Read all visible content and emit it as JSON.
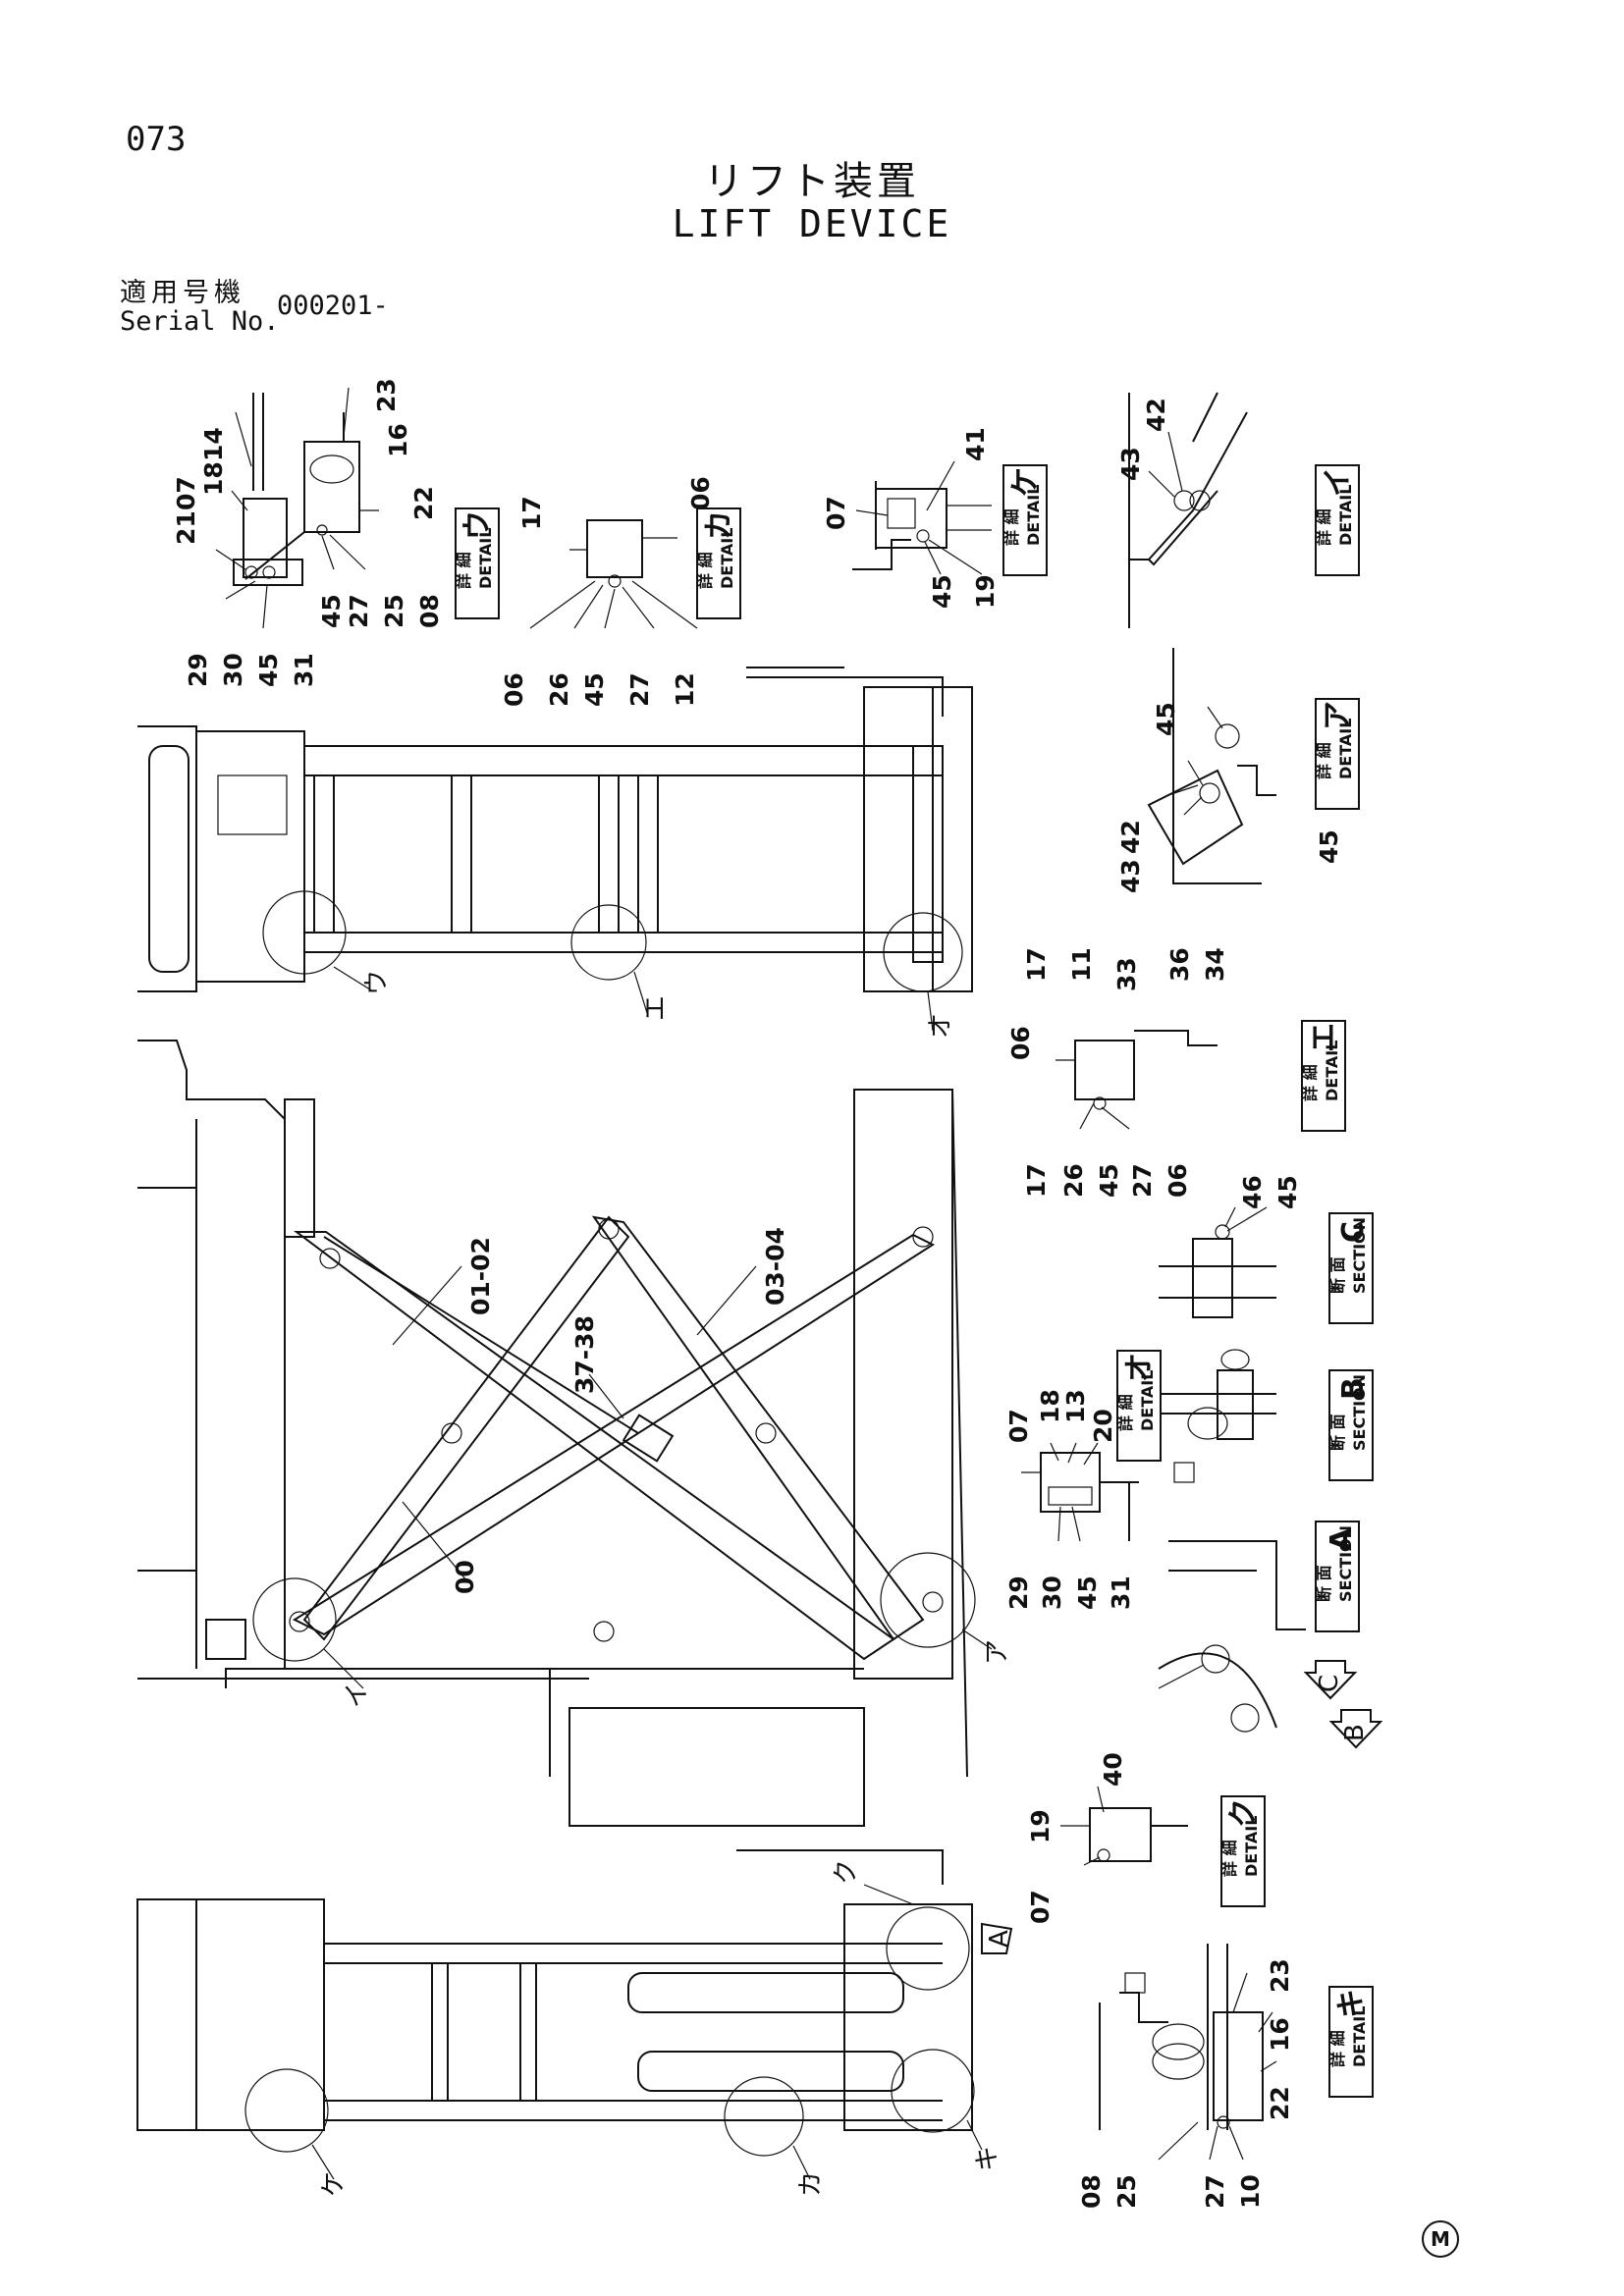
{
  "header": {
    "page_number": "073",
    "title_jp": "リフト装置",
    "title_en": "LIFT DEVICE",
    "serial_label_jp": "適用号機",
    "serial_label_en": "Serial No.",
    "serial_value": "000201-"
  },
  "boxes": {
    "detail_u": {
      "kanji": "詳 細",
      "word": "DETAIL",
      "kana": "ウ"
    },
    "detail_ka": {
      "kanji": "詳 細",
      "word": "DETAIL",
      "kana": "カ"
    },
    "detail_ke": {
      "kanji": "詳 細",
      "word": "DETAIL",
      "kana": "ケ"
    },
    "detail_i": {
      "kanji": "詳 細",
      "word": "DETAIL",
      "kana": "イ"
    },
    "detail_a": {
      "kanji": "詳 細",
      "word": "DETAIL",
      "kana": "ア"
    },
    "detail_e": {
      "kanji": "詳 細",
      "word": "DETAIL",
      "kana": "エ"
    },
    "detail_o": {
      "kanji": "詳 細",
      "word": "DETAIL",
      "kana": "オ"
    },
    "detail_ku": {
      "kanji": "詳 細",
      "word": "DETAIL",
      "kana": "ク"
    },
    "detail_ki": {
      "kanji": "詳 細",
      "word": "DETAIL",
      "kana": "キ"
    },
    "section_c": {
      "kanji": "断 面",
      "word": "SECTION",
      "letter": "C"
    },
    "section_b": {
      "kanji": "断 面",
      "word": "SECTION",
      "letter": "B"
    },
    "section_a": {
      "kanji": "断 面",
      "word": "SECTION",
      "letter": "A"
    }
  },
  "callouts": {
    "detail_u": [
      "23",
      "16",
      "14",
      "18",
      "07",
      "21",
      "22",
      "08",
      "25",
      "27",
      "45",
      "31",
      "45",
      "30",
      "29"
    ],
    "detail_ka": [
      "06",
      "17",
      "06",
      "26",
      "45",
      "27",
      "12"
    ],
    "detail_ke_top": [
      "41",
      "07",
      "45",
      "19"
    ],
    "detail_i": [
      "42",
      "43"
    ],
    "detail_a": [
      "45",
      "43",
      "42",
      "45"
    ],
    "detail_e": [
      "17",
      "11",
      "33",
      "36",
      "34",
      "06",
      "17",
      "26",
      "45",
      "27",
      "06"
    ],
    "section_c": [
      "46",
      "45"
    ],
    "detail_o": [
      "07",
      "18",
      "13",
      "20",
      "29",
      "30",
      "45",
      "31"
    ],
    "main_parts": [
      "01-02",
      "03-04",
      "37-38",
      "00"
    ],
    "detail_ku": [
      "40",
      "19",
      "07"
    ],
    "detail_ki": [
      "23",
      "16",
      "22",
      "08",
      "25",
      "27",
      "10"
    ]
  },
  "view_markers": [
    "ウ",
    "エ",
    "オ",
    "イ",
    "ア",
    "ケ",
    "カ",
    "キ",
    "ク"
  ],
  "section_arrows": [
    "C",
    "B",
    "A"
  ],
  "footer_mark": "M"
}
